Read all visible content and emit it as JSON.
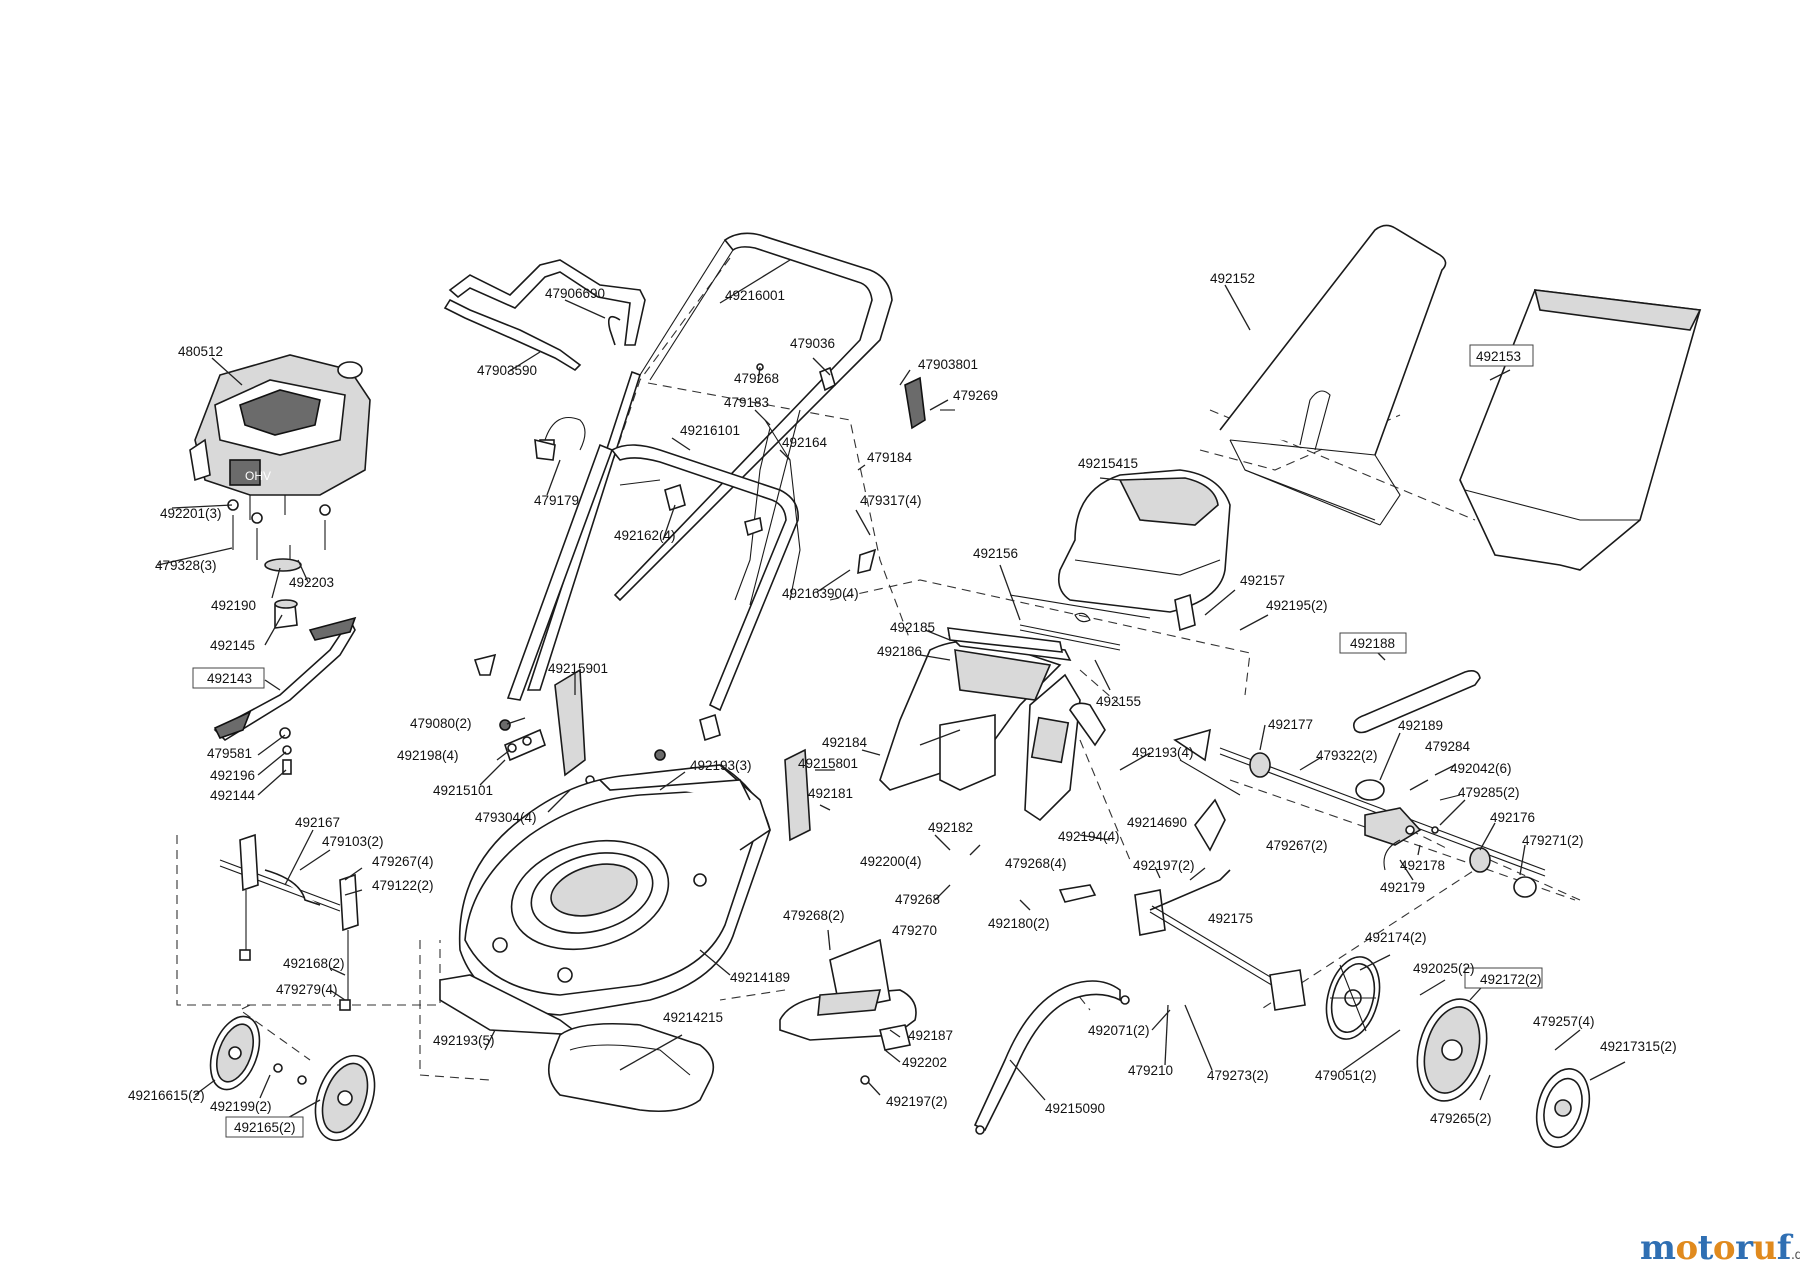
{
  "labels": {
    "l480512": "480512",
    "l492201_3": "492201(3)",
    "l479328_3": "479328(3)",
    "l492190": "492190",
    "l492203": "492203",
    "l492145": "492145",
    "l492143": "492143",
    "l479581": "479581",
    "l492196": "492196",
    "l492144": "492144",
    "l47906690": "47906690",
    "l47903590": "47903590",
    "l49216001": "49216001",
    "l479036": "479036",
    "l47903801": "47903801",
    "l479268a": "479268",
    "l479269": "479269",
    "l479183": "479183",
    "l49216101": "49216101",
    "l492164": "492164",
    "l479184": "479184",
    "l479179a": "479179",
    "l492162_4": "492162(4)",
    "l479317_4": "479317(4)",
    "l49216390_4": "49216390(4)",
    "l49215901": "49215901",
    "l479080_2": "479080(2)",
    "l492198_4": "492198(4)",
    "l49215101": "49215101",
    "l479304_4": "479304(4)",
    "l492193_3": "492193(3)",
    "l49215801": "49215801",
    "l492181": "492181",
    "l492184": "492184",
    "l492200_4": "492200(4)",
    "l492182": "492182",
    "l479268_4": "479268(4)",
    "l479268b": "479268",
    "l479270": "479270",
    "l492180_2": "492180(2)",
    "l479268_2": "479268(2)",
    "l492187": "492187",
    "l492202": "492202",
    "l492197_2b": "492197(2)",
    "l49214189": "49214189",
    "l49214215": "49214215",
    "l492193_5": "492193(5)",
    "l492167": "492167",
    "l479103_2": "479103(2)",
    "l479267_4": "479267(4)",
    "l479122_2": "479122(2)",
    "l492168_2": "492168(2)",
    "l479279_4": "479279(4)",
    "l49216615_2": "49216615(2)",
    "l492199_2": "492199(2)",
    "l492165_2": "492165(2)",
    "l492152": "492152",
    "l492153": "492153",
    "l49215415": "49215415",
    "l492156": "492156",
    "l492157": "492157",
    "l492195_2": "492195(2)",
    "l492185": "492185",
    "l492186": "492186",
    "l492155": "492155",
    "l492188": "492188",
    "l492193_4": "492193(4)",
    "l492194_4": "492194(4)",
    "l492177": "492177",
    "l479322_2": "479322(2)",
    "l492189": "492189",
    "l479284": "479284",
    "l492042_6": "492042(6)",
    "l479285_2": "479285(2)",
    "l492176": "492176",
    "l479271_2": "479271(2)",
    "l492178": "492178",
    "l492179": "492179",
    "l49214690": "49214690",
    "l492197_2": "492197(2)",
    "l479267_2": "479267(2)",
    "l492175": "492175",
    "l492174_2": "492174(2)",
    "l492025_2": "492025(2)",
    "l492172_2": "492172(2)",
    "l479257_4": "479257(4)",
    "l49217315_2": "49217315(2)",
    "l492071_2": "492071(2)",
    "l479210": "479210",
    "l479273_2": "479273(2)",
    "l479051_2": "479051(2)",
    "l479265_2": "479265(2)",
    "l49215090": "49215090"
  },
  "logo": {
    "m1": "m",
    "o1": "o",
    "t": "t",
    "o2": "o",
    "r": "r",
    "u": "u",
    "f": "f",
    "suffix": ".de"
  }
}
